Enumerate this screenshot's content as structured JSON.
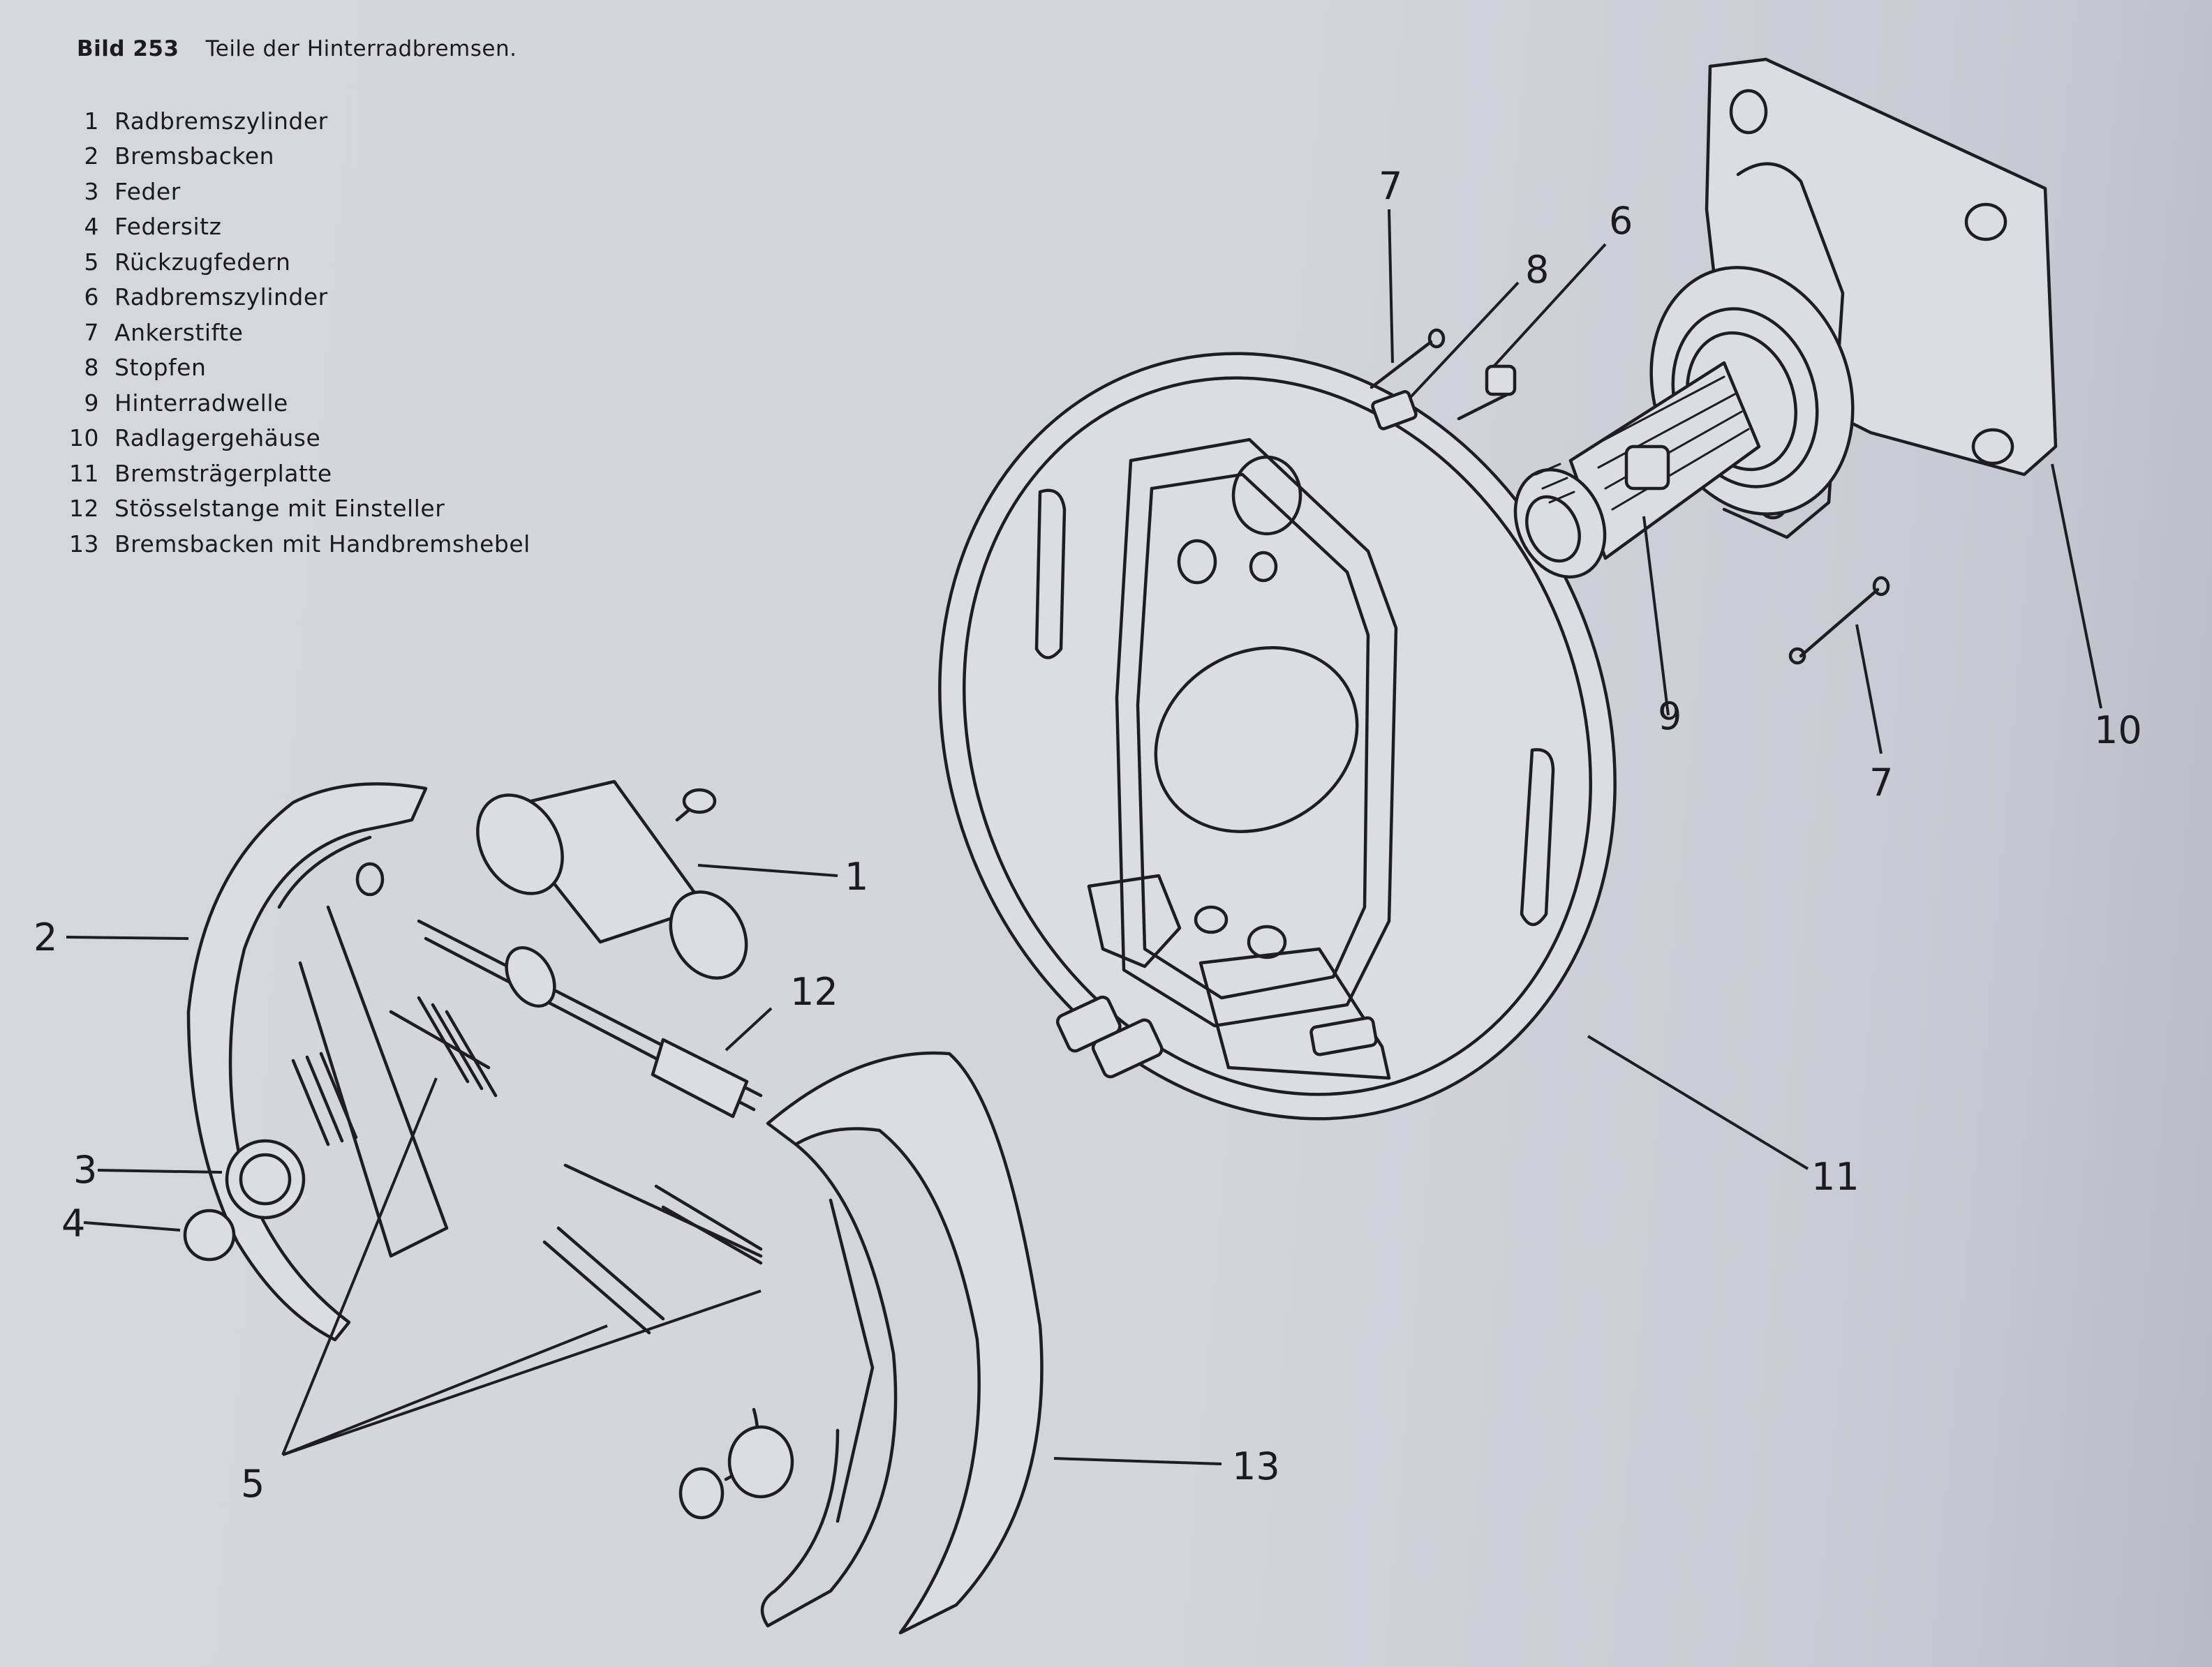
{
  "caption": {
    "figure": "Bild 253",
    "title": "Teile der Hinterradbremsen."
  },
  "legend": [
    {
      "number": "1",
      "label": "Radbremszylinder"
    },
    {
      "number": "2",
      "label": "Bremsbacken"
    },
    {
      "number": "3",
      "label": "Feder"
    },
    {
      "number": "4",
      "label": "Federsitz"
    },
    {
      "number": "5",
      "label": "Rückzugfedern"
    },
    {
      "number": "6",
      "label": "Radbremszylinder"
    },
    {
      "number": "7",
      "label": "Ankerstifte"
    },
    {
      "number": "8",
      "label": "Stopfen"
    },
    {
      "number": "9",
      "label": "Hinterradwelle"
    },
    {
      "number": "10",
      "label": "Radlagergehäuse"
    },
    {
      "number": "11",
      "label": "Bremsträgerplatte"
    },
    {
      "number": "12",
      "label": "Stösselstange mit Einsteller"
    },
    {
      "number": "13",
      "label": "Bremsbacken mit Handbremshebel"
    }
  ],
  "callouts": [
    "1",
    "2",
    "3",
    "4",
    "5",
    "6",
    "7",
    "7",
    "8",
    "9",
    "10",
    "11",
    "12",
    "13"
  ]
}
